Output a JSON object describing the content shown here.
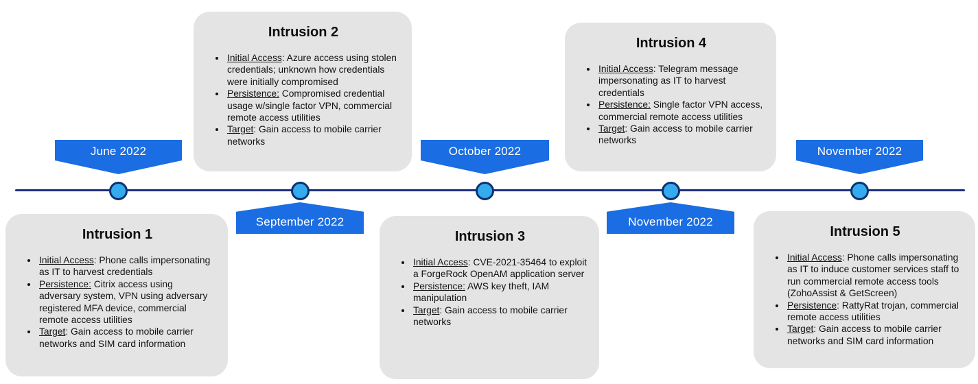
{
  "theme": {
    "banner_blue": "#1a6de2",
    "timeline_line": "#1b2e7f",
    "dot_fill": "#33abee",
    "dot_ring": "#0e3170",
    "card_background": "#e4e4e4",
    "banner_text_color": "#ffffff",
    "body_text_color": "#121212"
  },
  "timeline": {
    "events": [
      {
        "date": "June 2022",
        "position": "above"
      },
      {
        "date": "September 2022",
        "position": "below"
      },
      {
        "date": "October 2022",
        "position": "above"
      },
      {
        "date": "November 2022",
        "position": "below"
      },
      {
        "date": "November 2022",
        "position": "above"
      }
    ]
  },
  "cards": [
    {
      "title": "Intrusion 1",
      "bullets": [
        {
          "label": "Initial Access",
          "sep": ": ",
          "text": "Phone calls impersonating as IT to harvest credentials"
        },
        {
          "label": "Persistence:",
          "sep": " ",
          "text": "Citrix access using adversary system, VPN using adversary registered MFA device, commercial remote access utilities"
        },
        {
          "label": "Target",
          "sep": ": ",
          "text": "Gain access to mobile carrier networks and SIM card information"
        }
      ]
    },
    {
      "title": "Intrusion 2",
      "bullets": [
        {
          "label": "Initial Access",
          "sep": ": ",
          "text": "Azure access using stolen credentials; unknown how credentials were initially compromised"
        },
        {
          "label": "Persistence:",
          "sep": " ",
          "text": "Compromised credential usage w/single factor VPN, commercial remote access utilities"
        },
        {
          "label": "Target",
          "sep": ": ",
          "text": "Gain access to mobile carrier networks"
        }
      ]
    },
    {
      "title": "Intrusion 3",
      "bullets": [
        {
          "label": "Initial Access",
          "sep": ": ",
          "text": "CVE-2021-35464 to exploit a ForgeRock OpenAM application server"
        },
        {
          "label": "Persistence:",
          "sep": " ",
          "text": "AWS key theft, IAM manipulation"
        },
        {
          "label": "Target",
          "sep": ": ",
          "text": "Gain access to mobile carrier networks"
        }
      ]
    },
    {
      "title": "Intrusion 4",
      "bullets": [
        {
          "label": "Initial Access",
          "sep": ": ",
          "text": "Telegram message impersonating as IT to harvest credentials"
        },
        {
          "label": "Persistence:",
          "sep": " ",
          "text": "Single factor VPN access, commercial remote access utilities"
        },
        {
          "label": "Target",
          "sep": ": ",
          "text": "Gain access to mobile carrier networks"
        }
      ]
    },
    {
      "title": "Intrusion 5",
      "bullets": [
        {
          "label": "Initial Access",
          "sep": ": ",
          "text": "Phone calls impersonating as IT to induce customer services staff to run commercial remote access tools (ZohoAssist & GetScreen)"
        },
        {
          "label": "Persistence",
          "sep": ": ",
          "text": "RattyRat trojan, commercial remote access utilities"
        },
        {
          "label": "Target",
          "sep": ": ",
          "text": "Gain access to mobile carrier networks and SIM card information"
        }
      ]
    }
  ]
}
